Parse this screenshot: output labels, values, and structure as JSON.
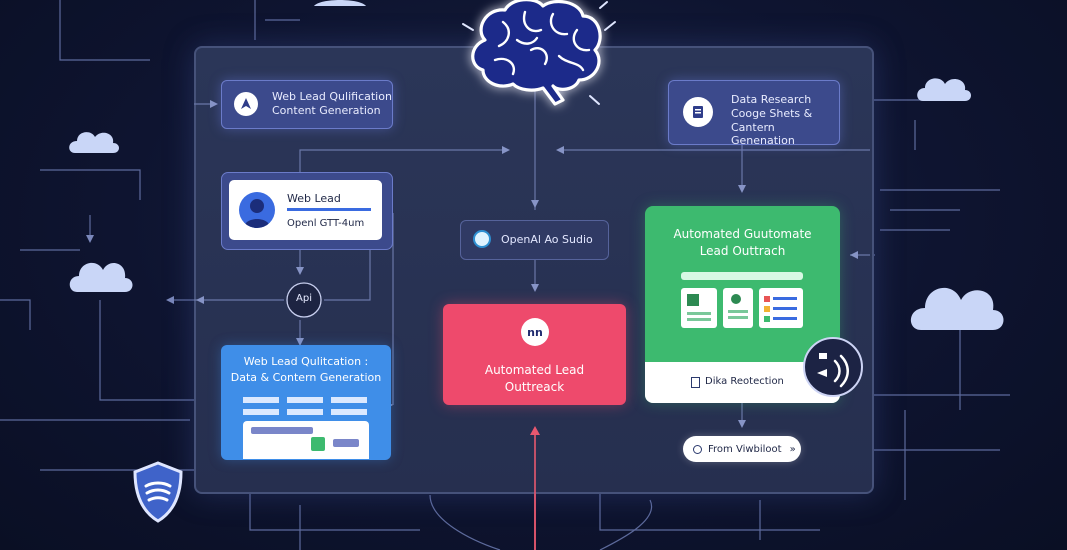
{
  "nodes": {
    "lead_qualification": {
      "line1": "Web Lead Qulification",
      "line2": "Content Generation"
    },
    "data_research": {
      "line1": "Data Research",
      "line2": "Cooge Shets &",
      "line3": "Cantern Genenation"
    },
    "web_lead": {
      "title": "Web Lead",
      "subtitle": "Openl GTT-4um"
    },
    "openai_studio": {
      "label": "OpenAl Ao Sudio"
    },
    "api_node": {
      "label": "Api"
    },
    "automated_outreach_green": {
      "line1": "Automated Guutomate",
      "line2": "Lead Outtrach",
      "footer": "Dika Reotection"
    },
    "automated_outreach_red": {
      "badge": "nn",
      "line1": "Automated Lead",
      "line2": "Outtreack"
    },
    "data_content": {
      "line1": "Web Lead Qulitcation :",
      "line2": "Data & Contern Generation"
    },
    "from_pill": {
      "label": "From Viwbiloot",
      "chevron": "»"
    }
  },
  "colors": {
    "background": "#0e1430",
    "panel": "#2b3658",
    "indigo_card": "#3c4a8c",
    "green_card": "#3dba6f",
    "red_card": "#ee4a6c",
    "blue_card": "#3f8ee8",
    "wire": "#6a77a8",
    "red_wire": "#e8586f",
    "brain_glow": "#4b6bff"
  },
  "icons": [
    "brain-icon",
    "person-icon",
    "location-icon",
    "spinner-icon",
    "shield-icon",
    "cloud-icon",
    "broadcast-icon",
    "document-icon"
  ]
}
